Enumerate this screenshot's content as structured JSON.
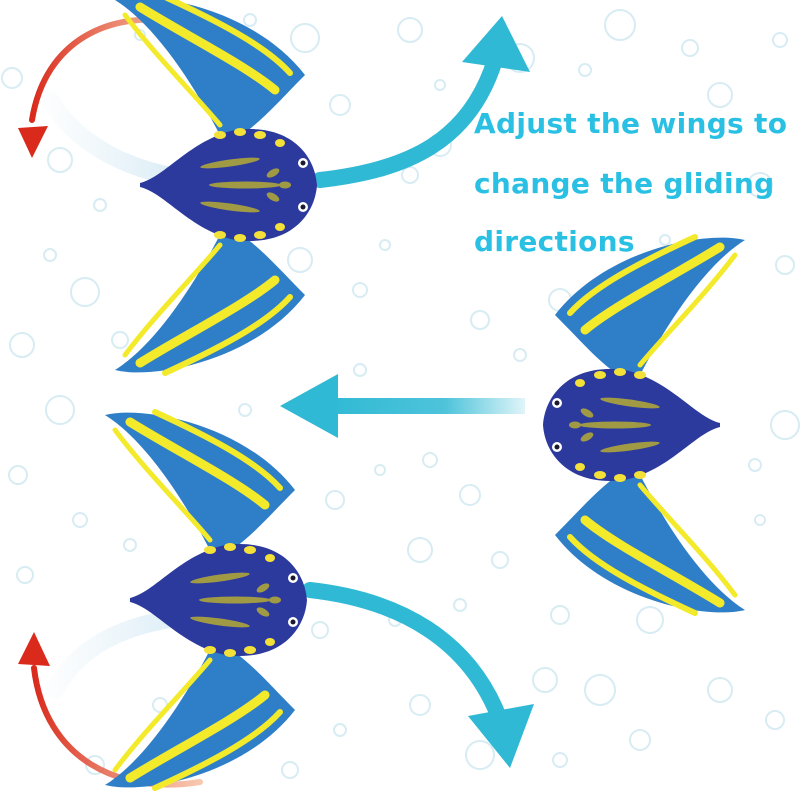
{
  "caption": {
    "lines": [
      "Adjust the wings to",
      "change the gliding",
      "directions"
    ],
    "color": "#29c0e3"
  },
  "colors": {
    "background": "#ffffff",
    "bubble_outline": "#d7ecf3",
    "wing_blue": "#2f7fc8",
    "wing_yellow": "#f3ea2b",
    "body_blue": "#2c3a9e",
    "spot_yellow": "#f3e13a",
    "stripe_olive": "#a19a45",
    "glide_arrow": "#2fb9d4",
    "turn_arrow_red": "#d92a1c",
    "turn_arrow_orange": "#f2a37a"
  },
  "toys": [
    {
      "name": "stingray-top-left",
      "heading": "right",
      "wing_turn": "up"
    },
    {
      "name": "stingray-middle-right",
      "heading": "left",
      "wing_turn": "straight"
    },
    {
      "name": "stingray-bottom-left",
      "heading": "right",
      "wing_turn": "down"
    }
  ],
  "icons": [
    "glide-up-arrow-icon",
    "glide-left-arrow-icon",
    "glide-down-arrow-icon",
    "rotate-up-arrow-icon",
    "rotate-down-arrow-icon"
  ]
}
